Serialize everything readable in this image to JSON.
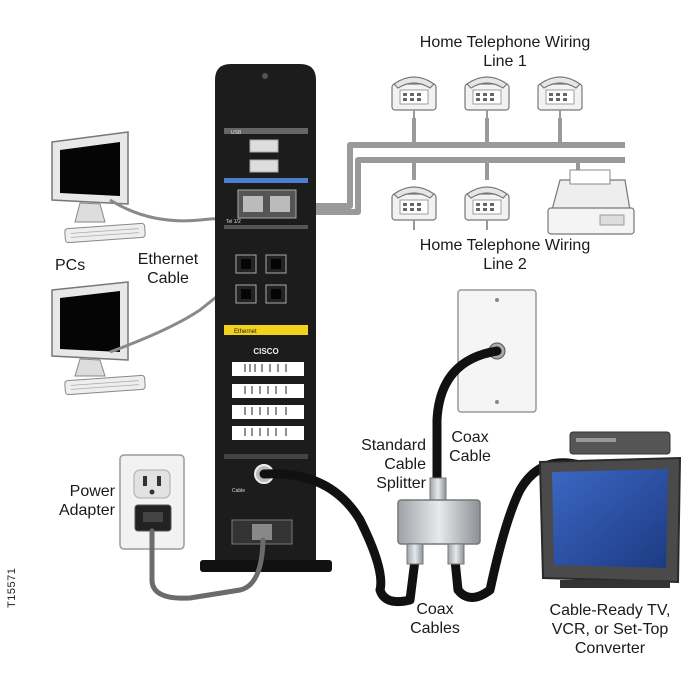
{
  "labels": {
    "home_wiring_1": {
      "line1": "Home Telephone Wiring",
      "line2": "Line 1"
    },
    "home_wiring_2": {
      "line1": "Home Telephone Wiring",
      "line2": "Line 2"
    },
    "pcs": "PCs",
    "ethernet_cable": {
      "line1": "Ethernet",
      "line2": "Cable"
    },
    "power_adapter": {
      "line1": "Power",
      "line2": "Adapter"
    },
    "standard_cable_splitter": {
      "line1": "Standard",
      "line2": "Cable",
      "line3": "Splitter"
    },
    "coax_cable": {
      "line1": "Coax",
      "line2": "Cable"
    },
    "coax_cables": {
      "line1": "Coax",
      "line2": "Cables"
    },
    "cable_ready_tv": {
      "line1": "Cable-Ready TV,",
      "line2": "VCR, or Set-Top",
      "line3": "Converter"
    },
    "figure_id": "T15571"
  },
  "device": {
    "brand_logo": "CISCO",
    "panel_usb": "USB",
    "panel_tel": "Tel 1/2",
    "panel_ethernet": "Ethernet",
    "panel_cable": "Cable"
  },
  "colors": {
    "modem_body": "#1c1c1c",
    "ethernet_stripe": "#f2d21b",
    "coax_cable": "#111111",
    "phone_wire": "#9a9a9a",
    "tv_screen": "#2a4fa8"
  }
}
